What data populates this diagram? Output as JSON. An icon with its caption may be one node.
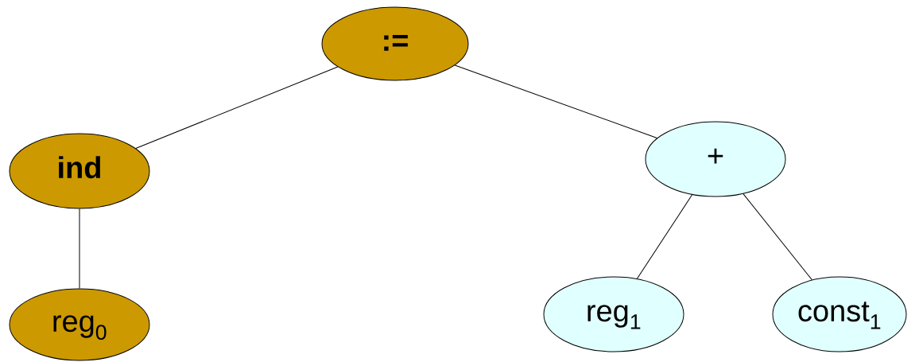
{
  "diagram": {
    "nodes": [
      {
        "text": [
          ":="
        ]
      },
      {
        "text": [
          "ind"
        ]
      },
      {
        "text": [
          "+"
        ]
      },
      {
        "text": [
          "reg$_{0}$"
        ]
      },
      {
        "text": [
          "reg$_{1}$"
        ]
      },
      {
        "text": [
          "const$_{1}$"
        ]
      }
    ],
    "edges": [
      {
        "from": 0,
        "to": 1,
        "arrow": "none"
      },
      {
        "from": 0,
        "to": 2,
        "arrow": "none"
      },
      {
        "from": 1,
        "to": 3,
        "arrow": "none"
      },
      {
        "from": 2,
        "to": 4,
        "arrow": "none"
      },
      {
        "from": 2,
        "to": 5,
        "arrow": "none"
      }
    ]
  }
}
